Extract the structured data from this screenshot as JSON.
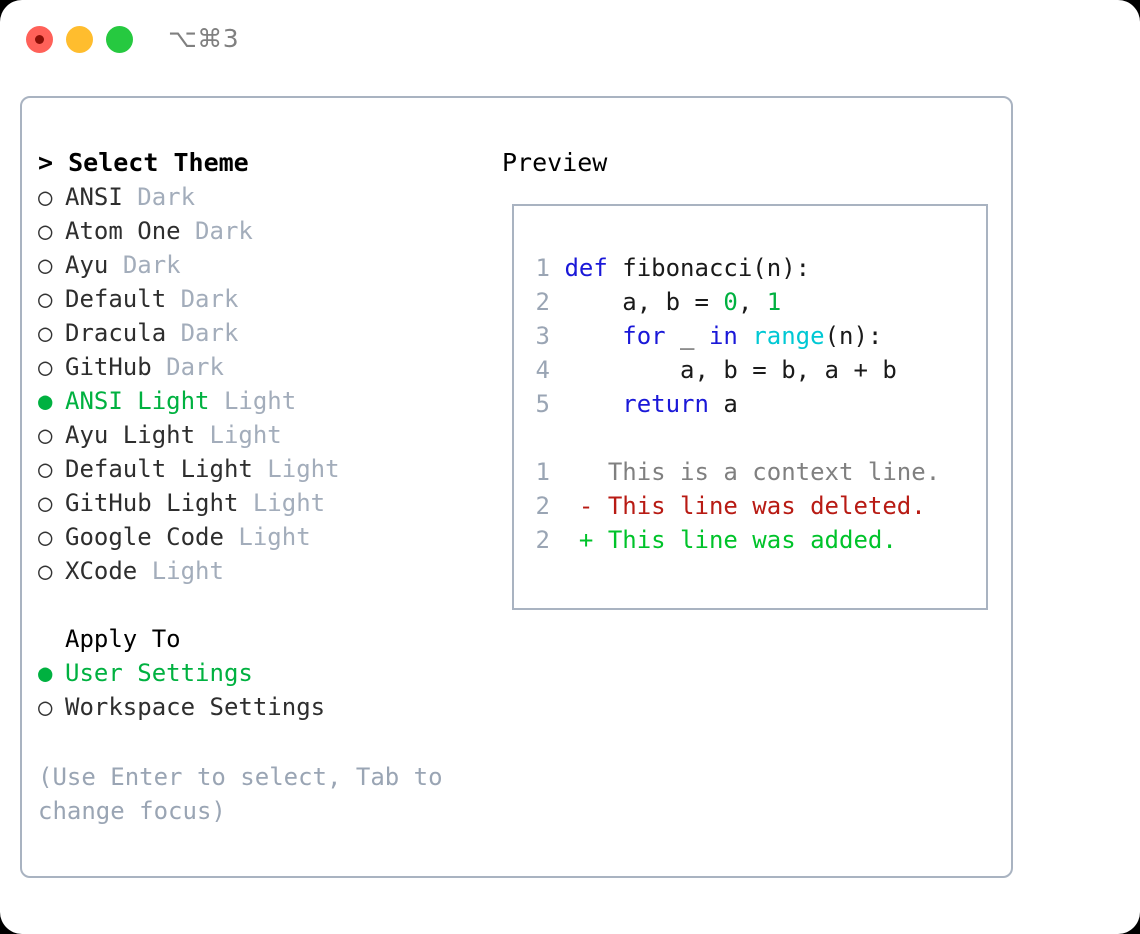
{
  "titlebar": {
    "shortcut": "⌥⌘3",
    "buttons": [
      {
        "name": "close",
        "color": "#ff6159"
      },
      {
        "name": "minimize",
        "color": "#ffbd2e"
      },
      {
        "name": "maximize",
        "color": "#26c940"
      }
    ]
  },
  "colors": {
    "accent_green": "#00b140",
    "muted": "#a3adbb",
    "hint": "#9aa5b4",
    "border": "#a9b3c1",
    "keyword": "#1a18d8",
    "function": "#00c8d4",
    "number": "#00b140",
    "diff_delete": "#b81b14",
    "diff_add": "#00c32a",
    "context": "#808080"
  },
  "theme_picker": {
    "heading": "> Select Theme",
    "caret": ">",
    "heading_label": "Select Theme",
    "bullet_selected": "●",
    "bullet_unselected": "○",
    "options": [
      {
        "label": "ANSI",
        "kind": "Dark",
        "selected": false
      },
      {
        "label": "Atom One",
        "kind": "Dark",
        "selected": false
      },
      {
        "label": "Ayu",
        "kind": "Dark",
        "selected": false
      },
      {
        "label": "Default",
        "kind": "Dark",
        "selected": false
      },
      {
        "label": "Dracula",
        "kind": "Dark",
        "selected": false
      },
      {
        "label": "GitHub",
        "kind": "Dark",
        "selected": false
      },
      {
        "label": "ANSI Light",
        "kind": "Light",
        "selected": true
      },
      {
        "label": "Ayu Light",
        "kind": "Light",
        "selected": false
      },
      {
        "label": "Default Light",
        "kind": "Light",
        "selected": false
      },
      {
        "label": "GitHub Light",
        "kind": "Light",
        "selected": false
      },
      {
        "label": "Google Code",
        "kind": "Light",
        "selected": false
      },
      {
        "label": "XCode",
        "kind": "Light",
        "selected": false
      }
    ]
  },
  "apply_to": {
    "heading": "Apply To",
    "options": [
      {
        "label": "User Settings",
        "selected": true
      },
      {
        "label": "Workspace Settings",
        "selected": false
      }
    ]
  },
  "hint": "(Use Enter to select, Tab to change focus)",
  "preview": {
    "title": "Preview",
    "code_lines": [
      {
        "no": "1",
        "segments": [
          {
            "t": "def ",
            "c": "kw"
          },
          {
            "t": "fibonacci(n):",
            "c": "plain"
          }
        ]
      },
      {
        "no": "2",
        "segments": [
          {
            "t": "    a, b = ",
            "c": "plain"
          },
          {
            "t": "0",
            "c": "num"
          },
          {
            "t": ", ",
            "c": "plain"
          },
          {
            "t": "1",
            "c": "num"
          }
        ]
      },
      {
        "no": "3",
        "segments": [
          {
            "t": "    ",
            "c": "plain"
          },
          {
            "t": "for",
            "c": "kw"
          },
          {
            "t": " _ ",
            "c": "plain"
          },
          {
            "t": "in",
            "c": "kw"
          },
          {
            "t": " ",
            "c": "plain"
          },
          {
            "t": "range",
            "c": "fn"
          },
          {
            "t": "(n):",
            "c": "plain"
          }
        ]
      },
      {
        "no": "4",
        "segments": [
          {
            "t": "        a, b = b, a + b",
            "c": "plain"
          }
        ]
      },
      {
        "no": "5",
        "segments": [
          {
            "t": "    ",
            "c": "plain"
          },
          {
            "t": "return",
            "c": "kw"
          },
          {
            "t": " a",
            "c": "plain"
          }
        ]
      }
    ],
    "diff_lines": [
      {
        "no": "1",
        "marker": "  ",
        "text": "This is a context line.",
        "kind": "ctx"
      },
      {
        "no": "2",
        "marker": "- ",
        "text": "This line was deleted.",
        "kind": "del"
      },
      {
        "no": "2",
        "marker": "+ ",
        "text": "This line was added.",
        "kind": "add"
      }
    ]
  }
}
